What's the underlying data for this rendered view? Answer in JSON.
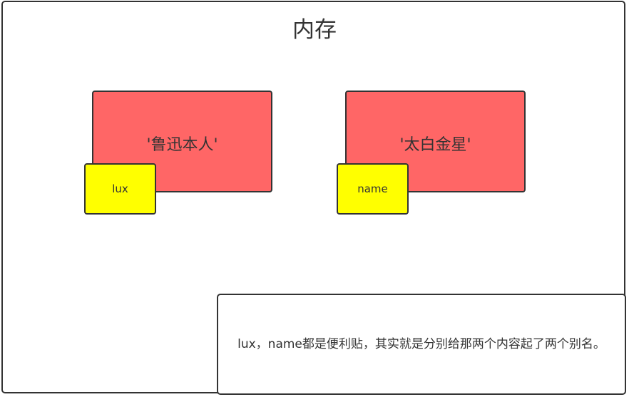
{
  "title": "内存",
  "values": [
    {
      "text": "'鲁迅本人'"
    },
    {
      "text": "'太白金星'"
    }
  ],
  "labels": [
    {
      "text": "lux"
    },
    {
      "text": "name"
    }
  ],
  "note": "lux，name都是便利贴，其实就是分别给那两个内容起了两个别名。",
  "colors": {
    "value_fill": "#ff6666",
    "label_fill": "#ffff00",
    "stroke": "#333333"
  }
}
